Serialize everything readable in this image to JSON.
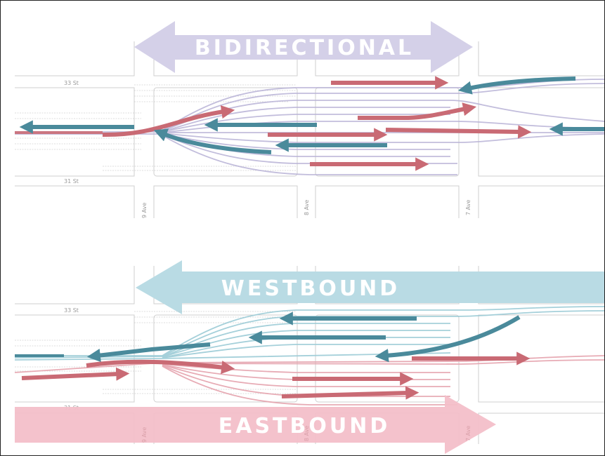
{
  "colors": {
    "bidirectional": "#d4d0e8",
    "westbound": "#b9dbe4",
    "eastbound": "#f3bfc9",
    "west_arrow": "#4a8a9b",
    "east_arrow": "#c96a74",
    "purple_track": "#b8b2d6",
    "blue_track": "#9ccbd6",
    "pink_track": "#e5a3ad"
  },
  "top_panel": {
    "banner": "BIDIRECTIONAL",
    "streets": {
      "north": "33 St",
      "south": "31 St"
    },
    "avenues": [
      "9 Ave",
      "8 Ave",
      "7 Ave"
    ]
  },
  "bottom_panel": {
    "westbound_banner": "WESTBOUND",
    "eastbound_banner": "EASTBOUND",
    "streets": {
      "north": "33 St",
      "south": "31 St"
    },
    "avenues": [
      "9 Ave",
      "8 Ave",
      "7 Ave"
    ]
  }
}
